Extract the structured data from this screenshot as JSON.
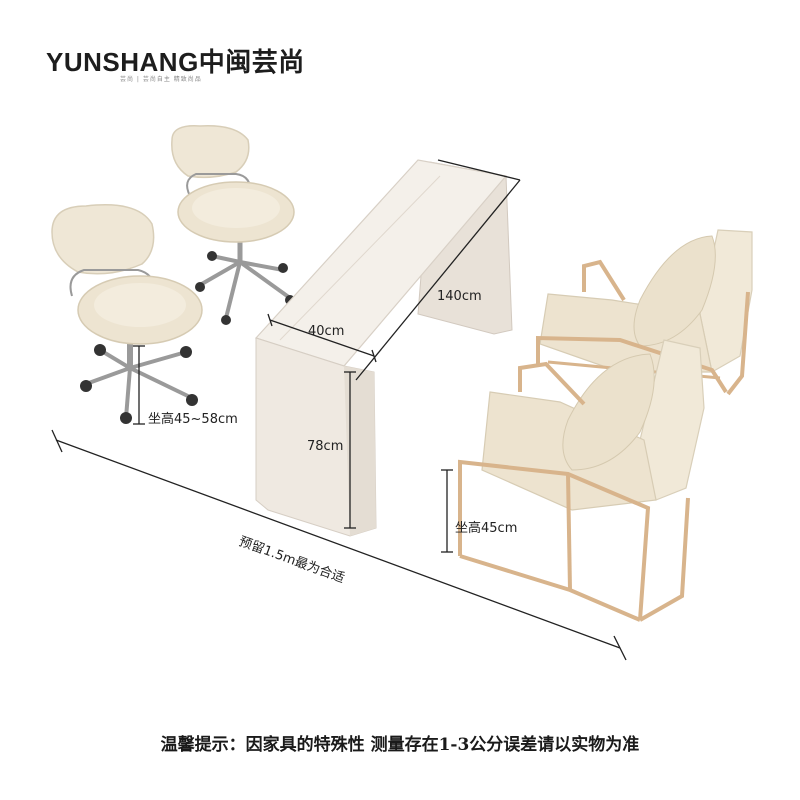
{
  "brand": {
    "logo_text": "YUNSHANG中闽芸尚",
    "tagline": "芸尚 | 芸尚自主 精致尚品"
  },
  "dimensions": {
    "desk_length": "140cm",
    "desk_depth": "40cm",
    "desk_height": "78cm",
    "stool_seat_height": "坐高45~58cm",
    "chair_seat_height": "坐高45cm",
    "reserved_space": "预留1.5m最为合适"
  },
  "notice": "温馨提示：因家具的特殊性 测量存在1-3公分误差请以实物为准",
  "colors": {
    "cream": "#efe8db",
    "upholstery": "#ebe2cf",
    "gold_frame": "#d8b48c",
    "chrome": "#9a9a9a"
  }
}
